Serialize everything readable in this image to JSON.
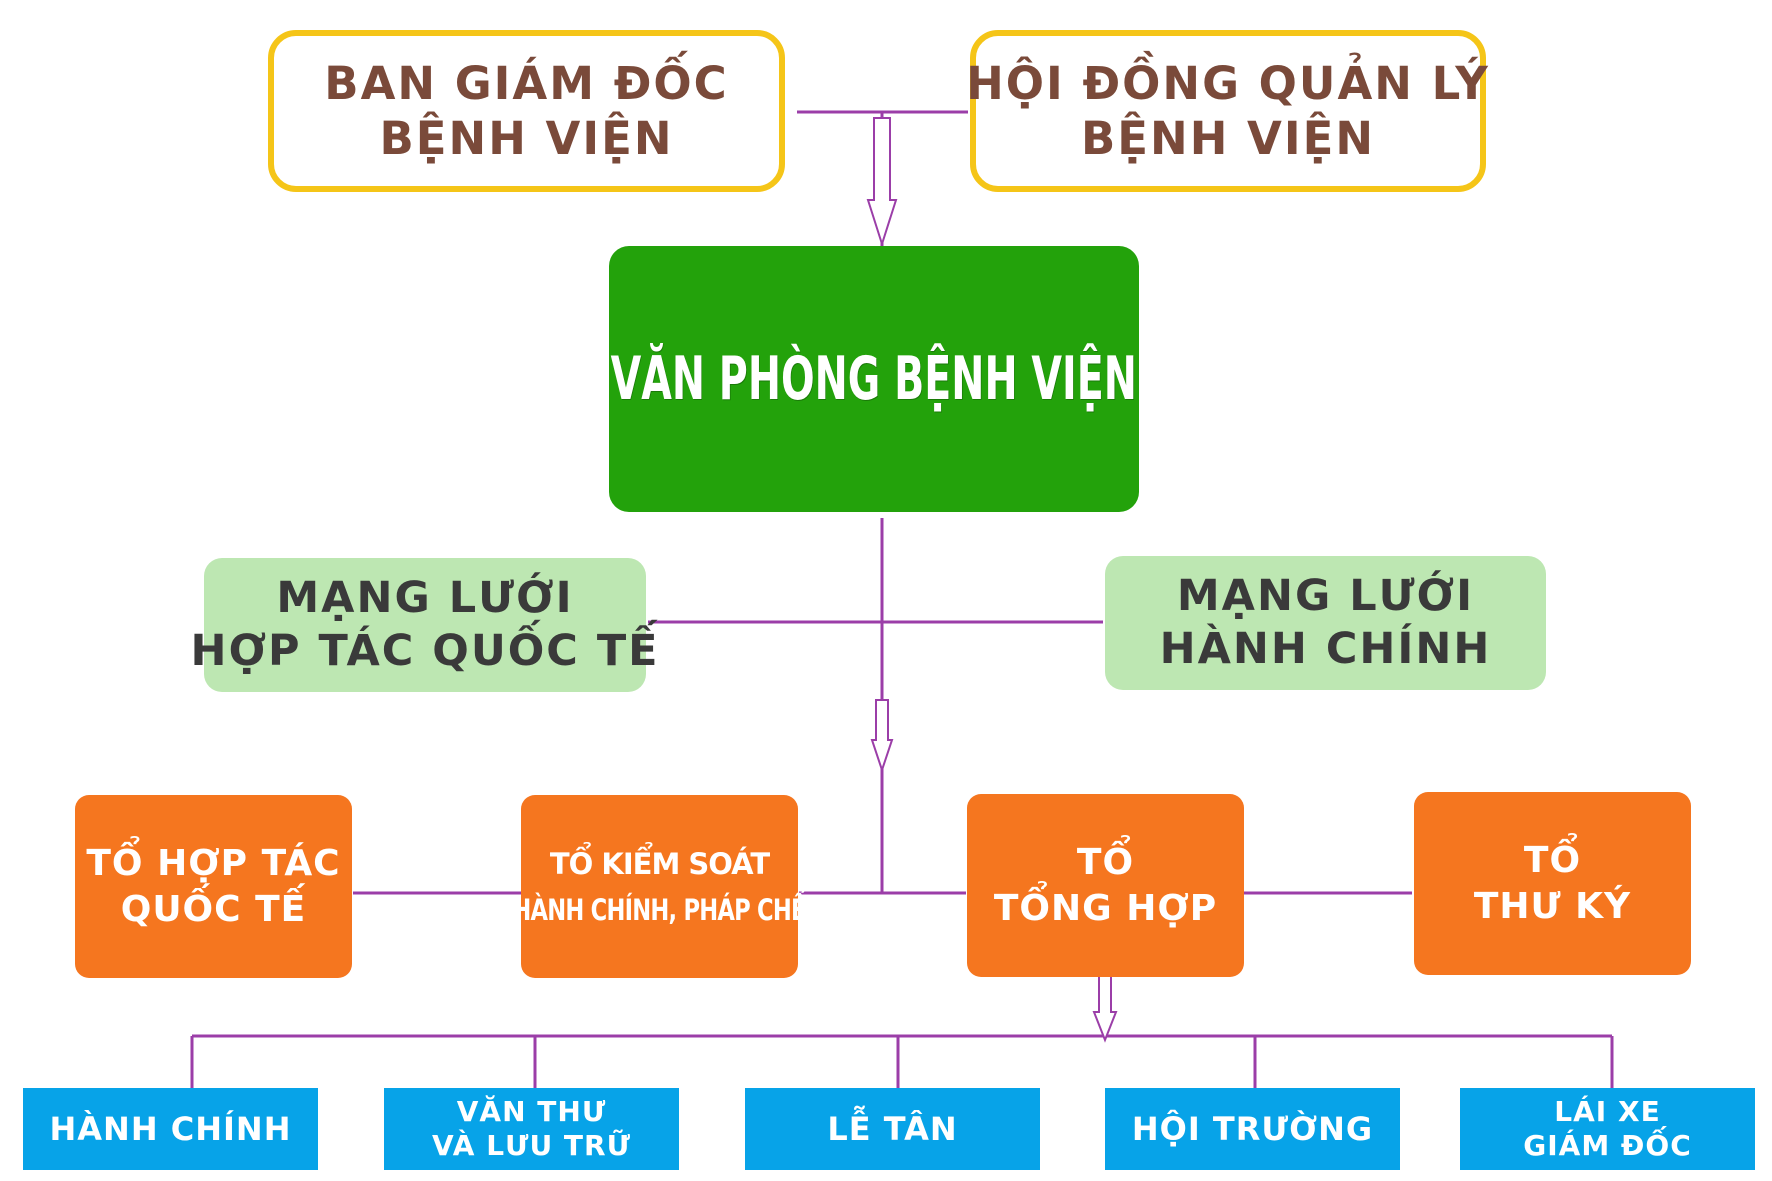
{
  "diagram": {
    "top": {
      "board_directors": [
        "BAN GIÁM ĐỐC",
        "BỆNH VIỆN"
      ],
      "management_council": [
        "HỘI ĐỒNG QUẢN LÝ",
        "BỆNH VIỆN"
      ]
    },
    "center": {
      "hospital_office": "VĂN PHÒNG BỆNH VIỆN"
    },
    "networks": {
      "international_cooperation": [
        "MẠNG LƯỚI",
        "HỢP TÁC QUỐC TẾ"
      ],
      "administration": [
        "MẠNG LƯỚI",
        "HÀNH CHÍNH"
      ]
    },
    "teams": {
      "international": [
        "TỔ HỢP TÁC",
        "QUỐC TẾ"
      ],
      "control": [
        "TỔ KIỂM SOÁT",
        "HÀNH CHÍNH, PHÁP CHẾ"
      ],
      "general": [
        "TỔ",
        "TỔNG HỢP"
      ],
      "secretary": [
        "TỔ",
        "THƯ KÝ"
      ]
    },
    "units": {
      "administration": "HÀNH CHÍNH",
      "records": [
        "VĂN THƯ",
        "VÀ LƯU TRỮ"
      ],
      "reception": "LỄ TÂN",
      "hall": "HỘI TRƯỜNG",
      "driver": [
        "LÁI XE",
        "GIÁM ĐỐC"
      ]
    },
    "colors": {
      "connector": "#9b3ea8",
      "yellow_border": "#f5c518",
      "main_green": "#23a20b",
      "light_green": "#bde7b2",
      "orange": "#f5761f",
      "blue": "#07a3e8"
    }
  }
}
